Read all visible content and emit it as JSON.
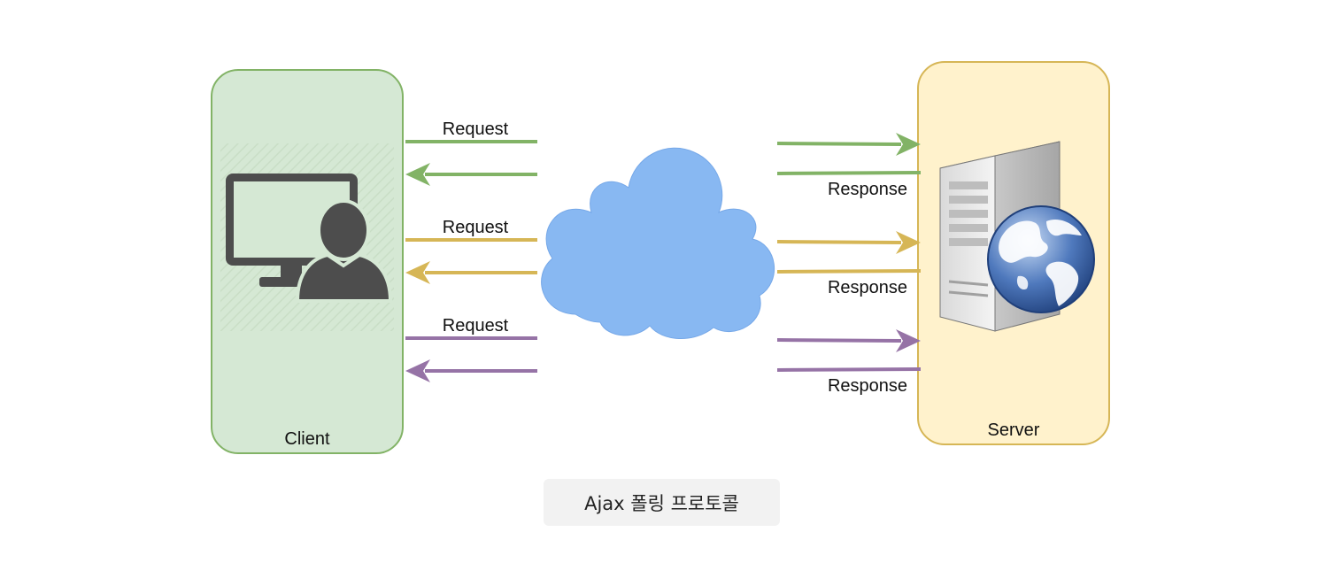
{
  "client": {
    "label": "Client"
  },
  "server": {
    "label": "Server"
  },
  "exchanges": [
    {
      "request_label": "Request",
      "response_label": "Response",
      "color": "#82b366"
    },
    {
      "request_label": "Request",
      "response_label": "Response",
      "color": "#d6b656"
    },
    {
      "request_label": "Request",
      "response_label": "Response",
      "color": "#9673a6"
    }
  ],
  "colors": {
    "client_fill": "#d5e8d4",
    "client_stroke": "#82b366",
    "server_fill": "#fff2cc",
    "server_stroke": "#d6b656",
    "cloud_fill": "#88b8f2"
  },
  "icons": {
    "client": "computer-user-icon",
    "server": "web-server-globe-icon",
    "network": "cloud-icon"
  },
  "caption": "Ajax 폴링 프로토콜"
}
